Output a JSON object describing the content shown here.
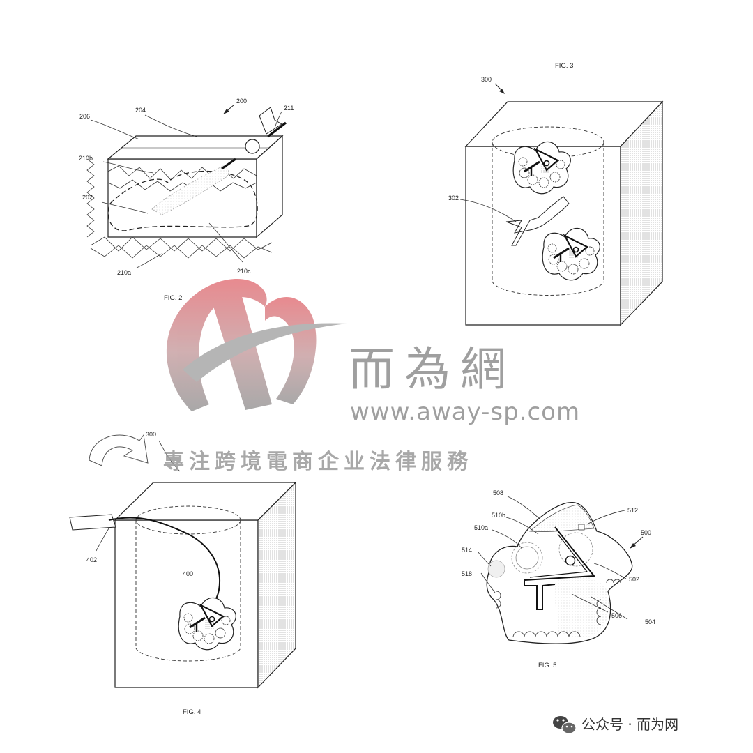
{
  "figure2": {
    "caption": "FIG. 2",
    "labels": {
      "l200": "200",
      "l204": "204",
      "l206": "206",
      "l211": "211",
      "l210b": "210b",
      "l202": "202",
      "l210a": "210a",
      "l210c": "210c"
    }
  },
  "figure3": {
    "caption": "FIG. 3",
    "labels": {
      "l300": "300",
      "l302": "302"
    }
  },
  "figure4": {
    "caption": "FIG. 4",
    "labels": {
      "l300": "300",
      "l402": "402",
      "l400": "400"
    }
  },
  "figure5": {
    "caption": "FIG. 5",
    "labels": {
      "l500": "500",
      "l502": "502",
      "l504": "504",
      "l506": "506",
      "l508": "508",
      "l510a": "510a",
      "l510b": "510b",
      "l512": "512",
      "l514": "514",
      "l518": "518"
    }
  },
  "watermark": {
    "brand": "而為網",
    "url": "www.away-sp.com",
    "tagline": "專注跨境電商企业法律服務"
  },
  "footer": {
    "text": "公众号 · 而为网",
    "icon": "wechat-icon"
  },
  "colors": {
    "accent_red": "#e4767c",
    "watermark_gray": "#8f8f8f"
  }
}
